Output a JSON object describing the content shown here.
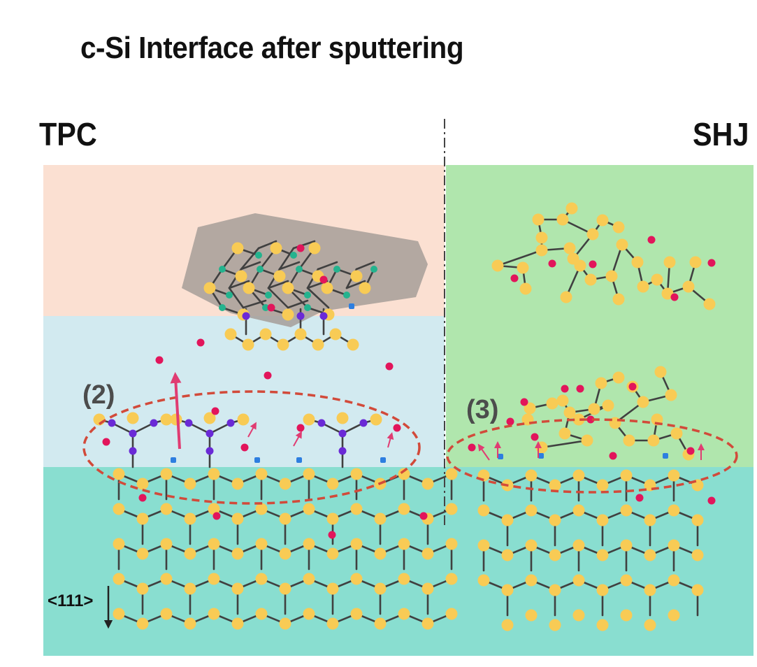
{
  "title": "c-Si Interface after sputtering",
  "panels": {
    "left": {
      "label": "TPC"
    },
    "right": {
      "label": "SHJ"
    }
  },
  "annotations": {
    "left_region": "(2)",
    "right_region": "(3)",
    "direction": "<111>"
  },
  "colors": {
    "left_top_layer": "#fbe0d2",
    "left_mid_layer": "#d2eaf0",
    "right_top_layer": "#b0e6ad",
    "substrate": "#89ded0",
    "cluster_shadow": "#a69e99",
    "si_atom": "#f8cb55",
    "h_atom": "#e2155b",
    "n_atom": "#6a2ad6",
    "c_atom": "#24b38e",
    "dangling": "#2d7ee0",
    "bond": "#404040",
    "ellipse": "#d24a3a",
    "arrow": "#e03c72"
  }
}
